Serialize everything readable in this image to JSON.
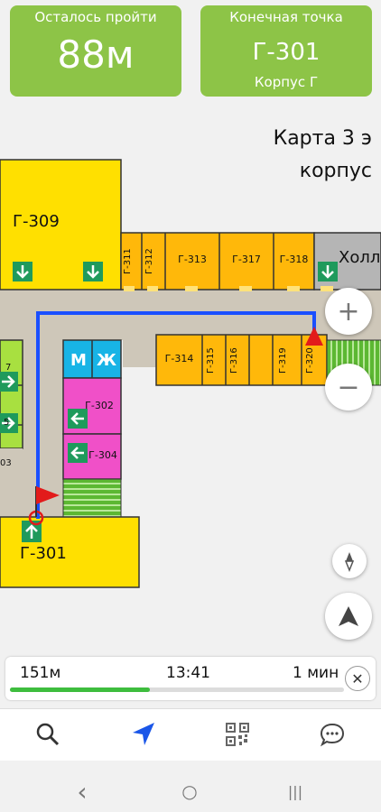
{
  "status_cards": {
    "remaining_label": "Осталось пройти",
    "remaining_value": "88м",
    "destination_label": "Конечная точка",
    "destination_room": "Г-301",
    "destination_building": "Корпус Г"
  },
  "map": {
    "title_line1": "Карта 3 э",
    "title_line2": "корпус",
    "hall_label": "Холл",
    "wc_men": "М",
    "wc_women": "Ж",
    "rooms": {
      "g309": "Г-309",
      "g311": "Г-311",
      "g312": "Г-312",
      "g313": "Г-313",
      "g317": "Г-317",
      "g318": "Г-318",
      "g314": "Г-314",
      "g315": "Г-315",
      "g316": "Г-316",
      "g319": "Г-319",
      "g320": "Г-320",
      "g302": "Г-302",
      "g304": "Г-304",
      "g301": "Г-301",
      "left_a": "7",
      "left_b": "5",
      "left_c": "03"
    },
    "zoom_in": "+",
    "zoom_out": "−"
  },
  "route_status": {
    "distance": "151м",
    "eta": "13:41",
    "duration": "1 мин",
    "progress": 0.42,
    "close": "✕"
  },
  "bottom_nav": [
    "search-icon",
    "navigate-icon",
    "qr-code-icon",
    "chat-icon"
  ],
  "system_nav": {
    "back": "‹",
    "home": "○",
    "recents": "|||"
  },
  "colors": {
    "card_green": "#8dc447",
    "room_yellow": "#ffe000",
    "room_orange": "#ffb80a",
    "room_pink": "#f050c8",
    "room_lime": "#a8e040",
    "corridor": "#cec7b9",
    "route_blue": "#1a4fff",
    "wc_cyan": "#18b4e6",
    "stairs_green": "#5cb832",
    "exit_green": "#1f9a5c",
    "progress_green": "#3ebd3e"
  }
}
